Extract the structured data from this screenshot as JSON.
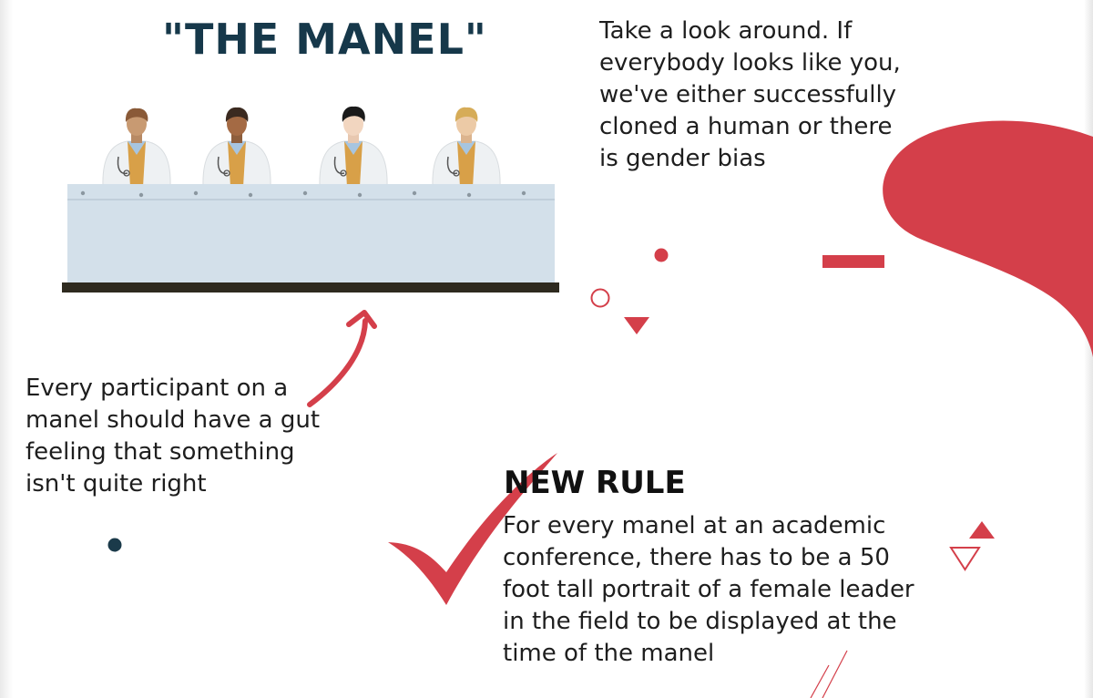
{
  "title": "\"THE MANEL\"",
  "top_right_text": [
    "Take a look around. If",
    "everybody looks like you,",
    "we've either successfully",
    "cloned a human or there",
    "is gender bias"
  ],
  "left_text": [
    "Every participant on a",
    "manel should have a gut",
    "feeling that something",
    "isn't quite right"
  ],
  "rule": {
    "heading": "NEW RULE",
    "lines": [
      "For every manel at an academic",
      "conference, there has to be a 50",
      "foot tall portrait of a female leader",
      "in the field to be displayed at the",
      "time of the manel"
    ]
  },
  "colors": {
    "title": "#16384a",
    "accent_red": "#d43f4a",
    "table": "#d3e0ea",
    "table_base": "#2e2a1f",
    "dark_dot": "#1b3a4a",
    "text": "#1e1e1e"
  },
  "icons": {
    "panelists": [
      "doctor-icon",
      "doctor-icon",
      "doctor-icon",
      "doctor-icon"
    ],
    "decorations": [
      "red-blob",
      "checkmark-icon",
      "curved-arrow-icon",
      "circle-outline",
      "triangle-down",
      "triangle-up",
      "triangle-outline-down",
      "red-dash",
      "red-dot",
      "dark-dot"
    ]
  }
}
